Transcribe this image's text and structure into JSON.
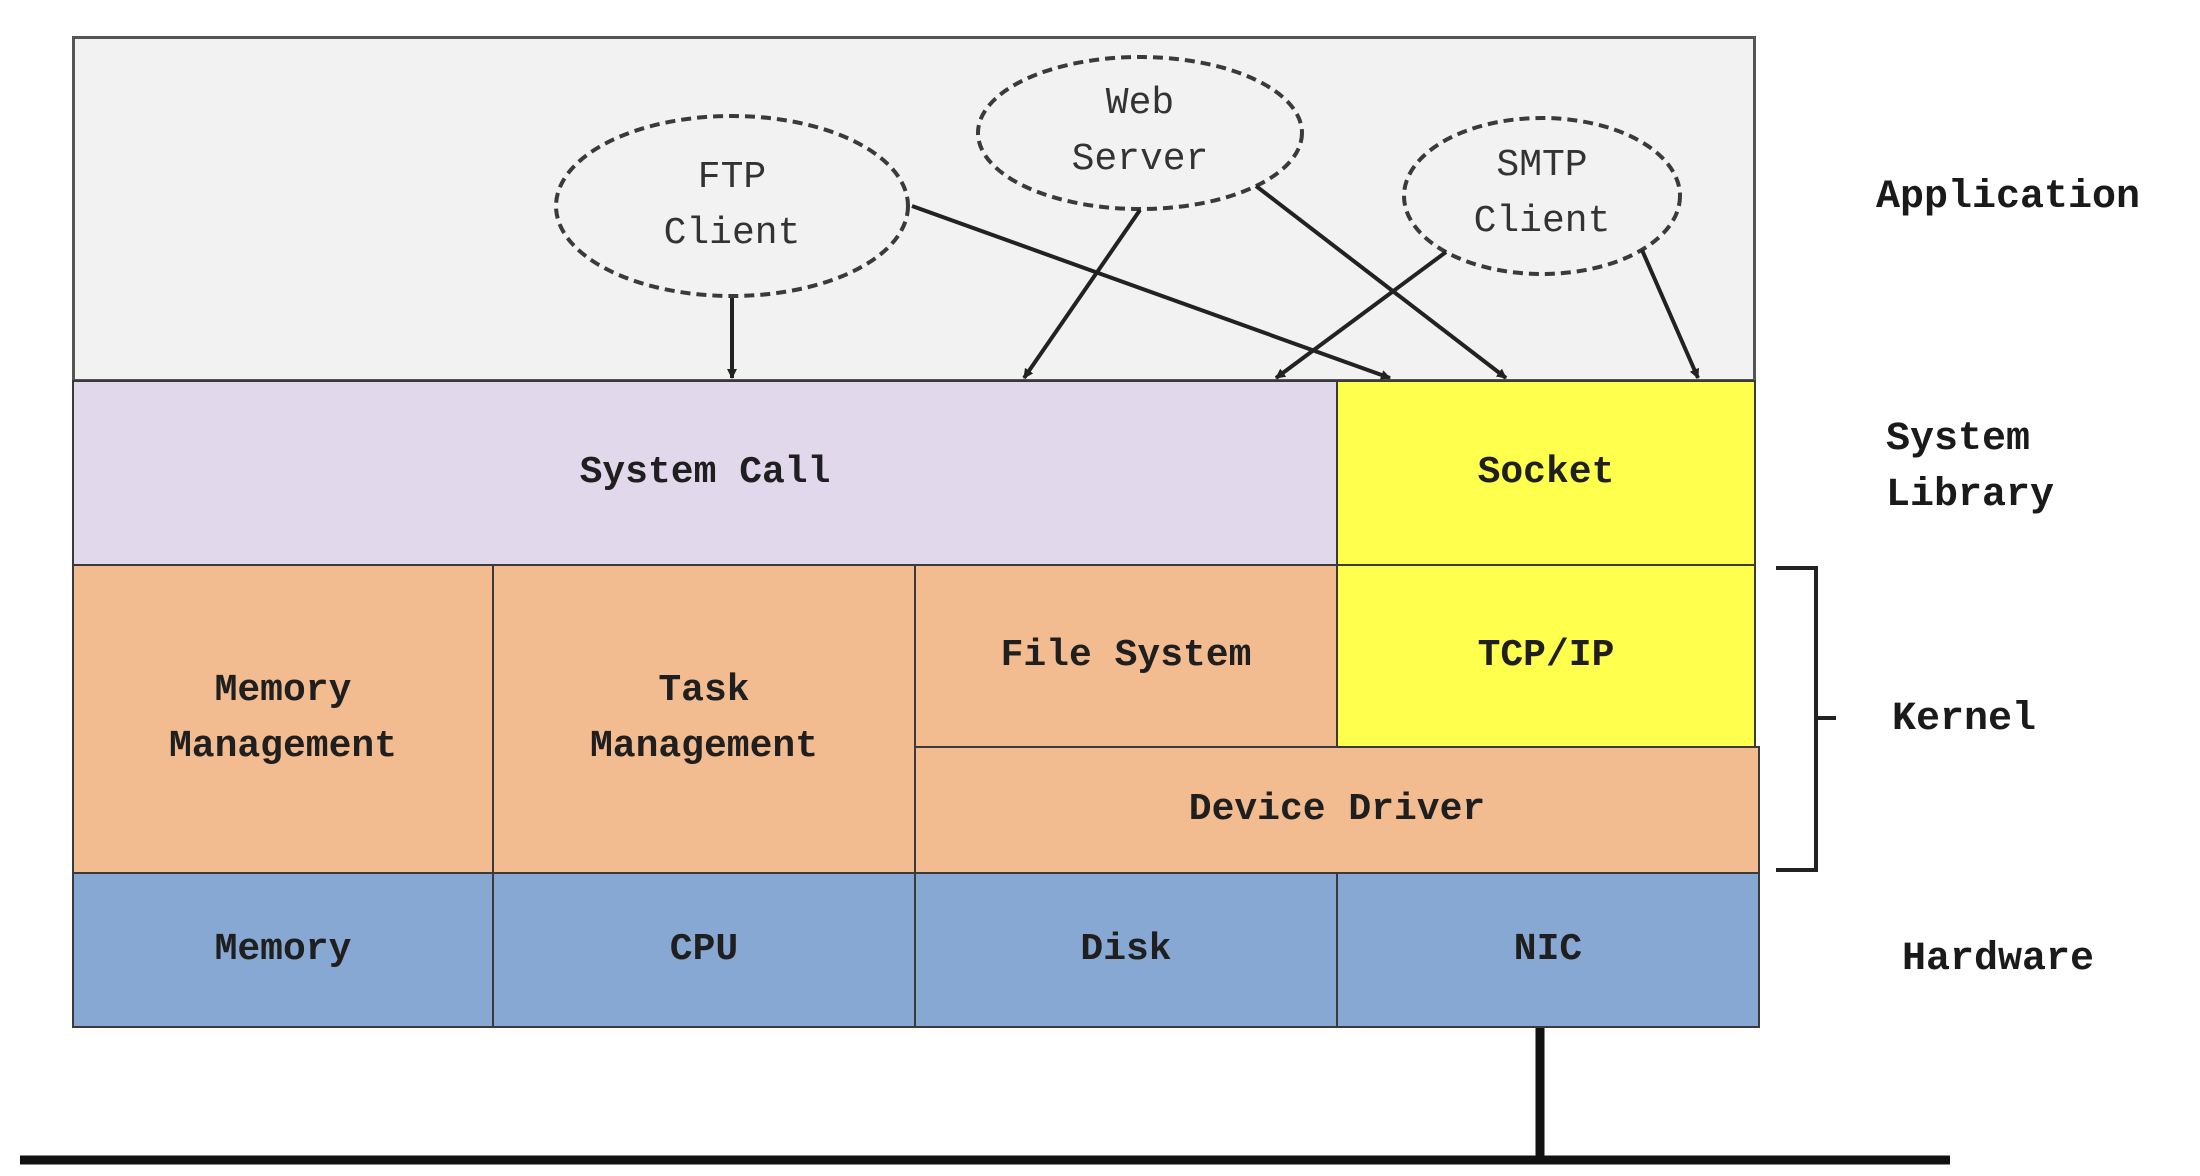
{
  "diagram": {
    "colors": {
      "application_bg": "#f2f2f2",
      "system_call": "#e2d8ec",
      "socket": "#ffff4d",
      "kernel": "#f2bb90",
      "hardware": "#88a8d4"
    },
    "apps": {
      "ftp": "FTP\nClient",
      "web": "Web\nServer",
      "smtp": "SMTP\nClient"
    },
    "system_library": {
      "system_call": "System Call",
      "socket": "Socket"
    },
    "kernel": {
      "memory_management": "Memory\nManagement",
      "task_management": "Task\nManagement",
      "file_system": "File System",
      "tcp_ip": "TCP/IP",
      "device_driver": "Device Driver"
    },
    "hardware": {
      "memory": "Memory",
      "cpu": "CPU",
      "disk": "Disk",
      "nic": "NIC"
    },
    "layers": {
      "application": "Application",
      "system_library": "System\nLibrary",
      "kernel": "Kernel",
      "hardware": "Hardware"
    }
  }
}
